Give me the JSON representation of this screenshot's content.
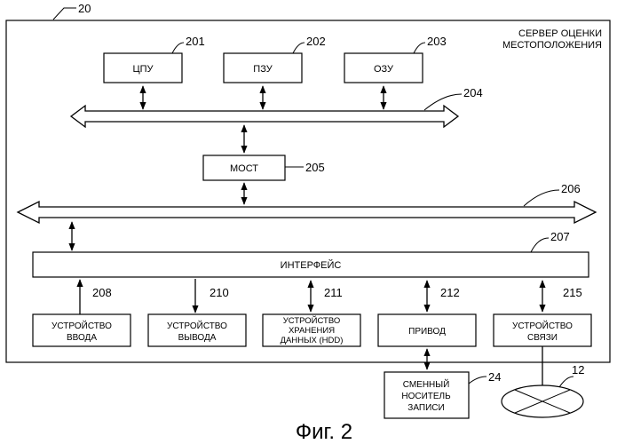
{
  "figure": {
    "caption": "Фиг. 2",
    "server": {
      "ref": "20",
      "title_line1": "СЕРВЕР ОЦЕНКИ",
      "title_line2": "МЕСТОПОЛОЖЕНИЯ"
    },
    "blocks": {
      "cpu": {
        "label": "ЦПУ",
        "ref": "201"
      },
      "rom": {
        "label": "ПЗУ",
        "ref": "202"
      },
      "ram": {
        "label": "ОЗУ",
        "ref": "203"
      },
      "host_bus": {
        "ref": "204"
      },
      "bridge": {
        "label": "МОСТ",
        "ref": "205"
      },
      "ext_bus": {
        "ref": "206"
      },
      "interface": {
        "label": "ИНТЕРФЕЙС",
        "ref": "207"
      },
      "input": {
        "line1": "УСТРОЙСТВО",
        "line2": "ВВОДА",
        "ref": "208"
      },
      "output": {
        "line1": "УСТРОЙСТВО",
        "line2": "ВЫВОДА",
        "ref": "210"
      },
      "storage": {
        "line1": "УСТРОЙСТВО",
        "line2": "ХРАНЕНИЯ",
        "line3": "ДАННЫХ (HDD)",
        "ref": "211"
      },
      "drive": {
        "label": "ПРИВОД",
        "ref": "212"
      },
      "comm": {
        "line1": "УСТРОЙСТВО",
        "line2": "СВЯЗИ",
        "ref": "215"
      },
      "removable": {
        "line1": "СМЕННЫЙ",
        "line2": "НОСИТЕЛЬ",
        "line3": "ЗАПИСИ",
        "ref": "24"
      },
      "network": {
        "ref": "12"
      }
    }
  }
}
